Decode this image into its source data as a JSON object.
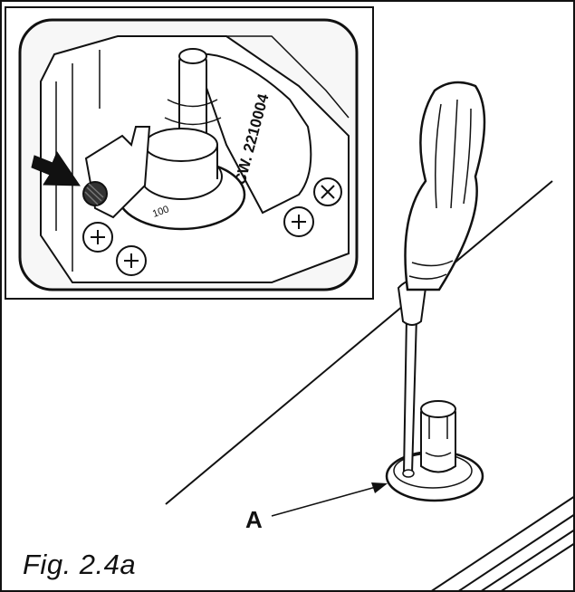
{
  "figure": {
    "callout_label": "A",
    "caption": "Fig. 2.4a",
    "inset_part_marking": "CW. 2210004",
    "inset_dial_text": "100",
    "colors": {
      "line": "#111111",
      "background": "#ffffff",
      "inset_bg": "#fafafa"
    }
  }
}
